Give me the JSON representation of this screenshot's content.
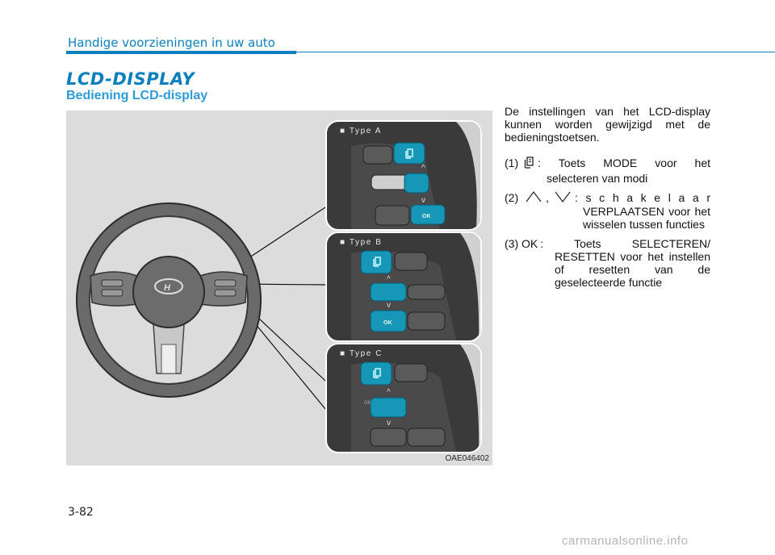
{
  "header": {
    "chapter": "Handige voorzieningen in uw auto"
  },
  "section": {
    "title": "LCD-DISPLAY",
    "subtitle": "Bediening LCD-display"
  },
  "figure": {
    "code": "OAE046402",
    "panels": [
      {
        "label": "■ Type A",
        "ok": "OK"
      },
      {
        "label": "■ Type B",
        "ok": "OK"
      },
      {
        "label": "■ Type C",
        "ok": "OK"
      }
    ]
  },
  "text": {
    "intro": "De instellingen van het LCD-display kunnen worden gewijzigd met de bedieningstoetsen.",
    "items": [
      {
        "num": "(1)",
        "lead": ": Toets MODE voor het",
        "rest": "selecteren van modi"
      },
      {
        "num": "(2)",
        "sep": ",",
        "lead": ": s c h a k e l a a r",
        "rest": "VERPLAATSEN voor het wisselen tussen functies"
      },
      {
        "num": "(3) OK",
        "lead": ": Toets SELECTEREN/",
        "rest": "RESETTEN voor het instellen of resetten van de geselecteerde functie"
      }
    ]
  },
  "footer": {
    "page": "3-82",
    "watermark": "carmanualsonline.info"
  },
  "colors": {
    "accent": "#0a7fc0",
    "subtitle": "#2f9bd6",
    "button": "#1797b8"
  },
  "icons": [
    "mode-button-icon",
    "up-arrow-icon",
    "down-arrow-icon"
  ]
}
